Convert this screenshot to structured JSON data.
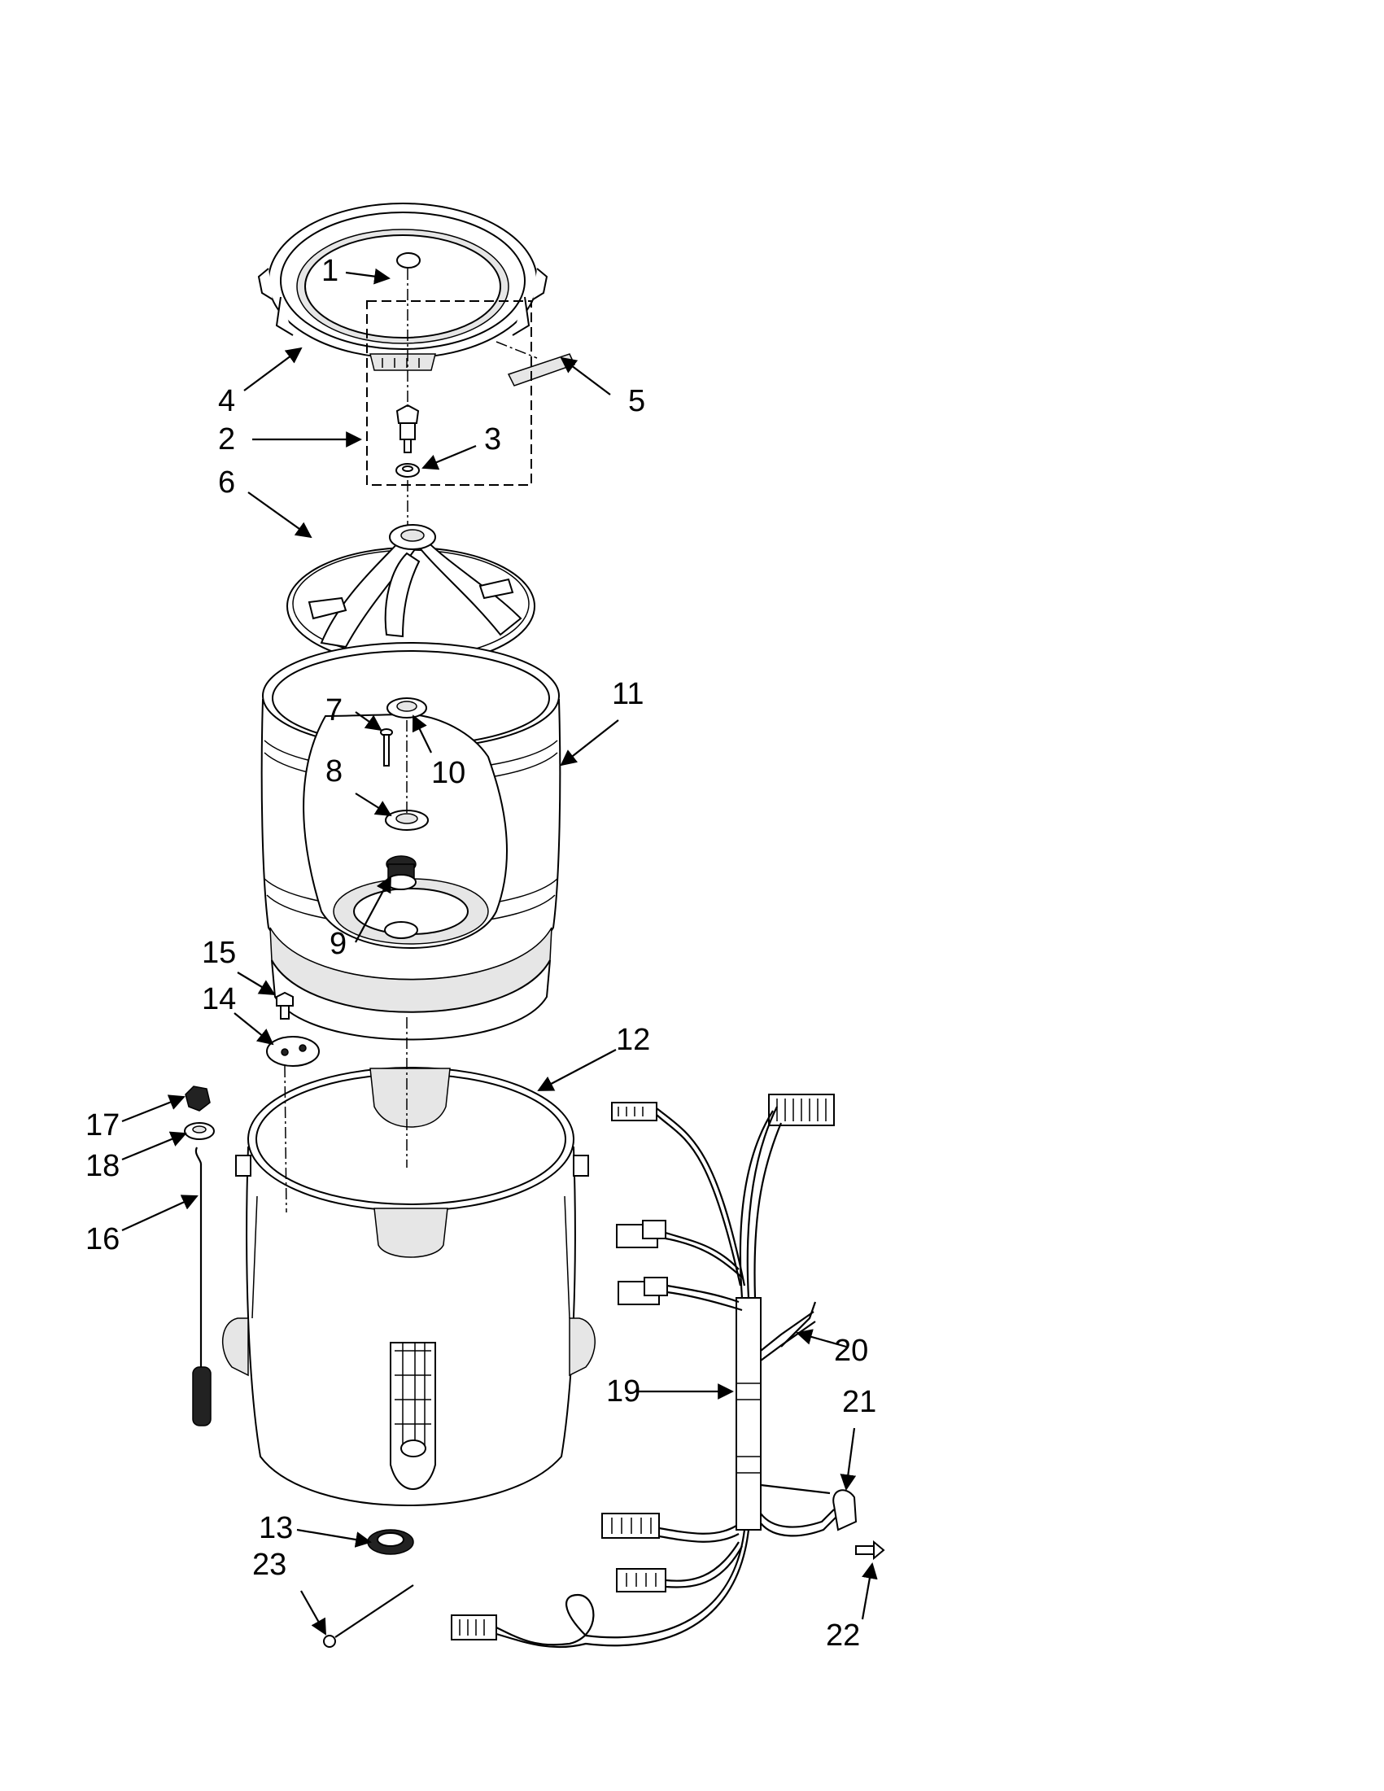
{
  "callouts": [
    {
      "id": "c1",
      "text": "1"
    },
    {
      "id": "c2",
      "text": "2"
    },
    {
      "id": "c3",
      "text": "3"
    },
    {
      "id": "c4",
      "text": "4"
    },
    {
      "id": "c5",
      "text": "5"
    },
    {
      "id": "c6",
      "text": "6"
    },
    {
      "id": "c7",
      "text": "7"
    },
    {
      "id": "c8",
      "text": "8"
    },
    {
      "id": "c9",
      "text": "9"
    },
    {
      "id": "c10",
      "text": "10"
    },
    {
      "id": "c11",
      "text": "11"
    },
    {
      "id": "c12",
      "text": "12"
    },
    {
      "id": "c13",
      "text": "13"
    },
    {
      "id": "c14",
      "text": "14"
    },
    {
      "id": "c15",
      "text": "15"
    },
    {
      "id": "c16",
      "text": "16"
    },
    {
      "id": "c17",
      "text": "17"
    },
    {
      "id": "c18",
      "text": "18"
    },
    {
      "id": "c19",
      "text": "19"
    },
    {
      "id": "c20",
      "text": "20"
    },
    {
      "id": "c21",
      "text": "21"
    },
    {
      "id": "c22",
      "text": "22"
    },
    {
      "id": "c23",
      "text": "23"
    }
  ]
}
